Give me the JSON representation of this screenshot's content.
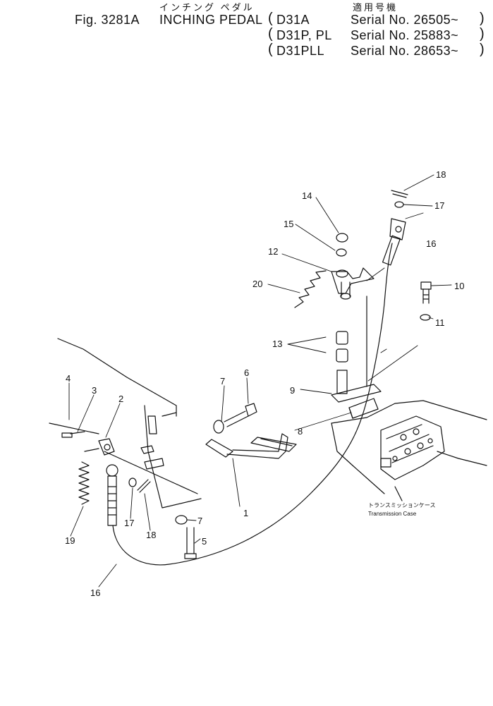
{
  "header": {
    "kana_title": "インチング ペダル",
    "kana_applicable": "適用号機",
    "fig_label": "Fig. 3281A",
    "title": "INCHING PEDAL",
    "rows": [
      {
        "model": "D31A",
        "serial": "Serial No. 26505~"
      },
      {
        "model": "D31P, PL",
        "serial": "Serial No. 25883~"
      },
      {
        "model": "D31PLL",
        "serial": "Serial No. 28653~"
      }
    ]
  },
  "callouts": [
    {
      "id": "c1",
      "label": "1"
    },
    {
      "id": "c2",
      "label": "2"
    },
    {
      "id": "c3",
      "label": "3"
    },
    {
      "id": "c4",
      "label": "4"
    },
    {
      "id": "c5",
      "label": "5"
    },
    {
      "id": "c6",
      "label": "6"
    },
    {
      "id": "c7a",
      "label": "7"
    },
    {
      "id": "c7b",
      "label": "7"
    },
    {
      "id": "c8",
      "label": "8"
    },
    {
      "id": "c9",
      "label": "9"
    },
    {
      "id": "c10",
      "label": "10"
    },
    {
      "id": "c11",
      "label": "11"
    },
    {
      "id": "c12",
      "label": "12"
    },
    {
      "id": "c13",
      "label": "13"
    },
    {
      "id": "c14",
      "label": "14"
    },
    {
      "id": "c15",
      "label": "15"
    },
    {
      "id": "c16a",
      "label": "16"
    },
    {
      "id": "c16b",
      "label": "16"
    },
    {
      "id": "c17a",
      "label": "17"
    },
    {
      "id": "c17b",
      "label": "17"
    },
    {
      "id": "c18a",
      "label": "18"
    },
    {
      "id": "c18b",
      "label": "18"
    },
    {
      "id": "c19",
      "label": "19"
    },
    {
      "id": "c20",
      "label": "20"
    }
  ],
  "transmission_case": {
    "jp": "トランスミッションケース",
    "en": "Transmission Case"
  }
}
